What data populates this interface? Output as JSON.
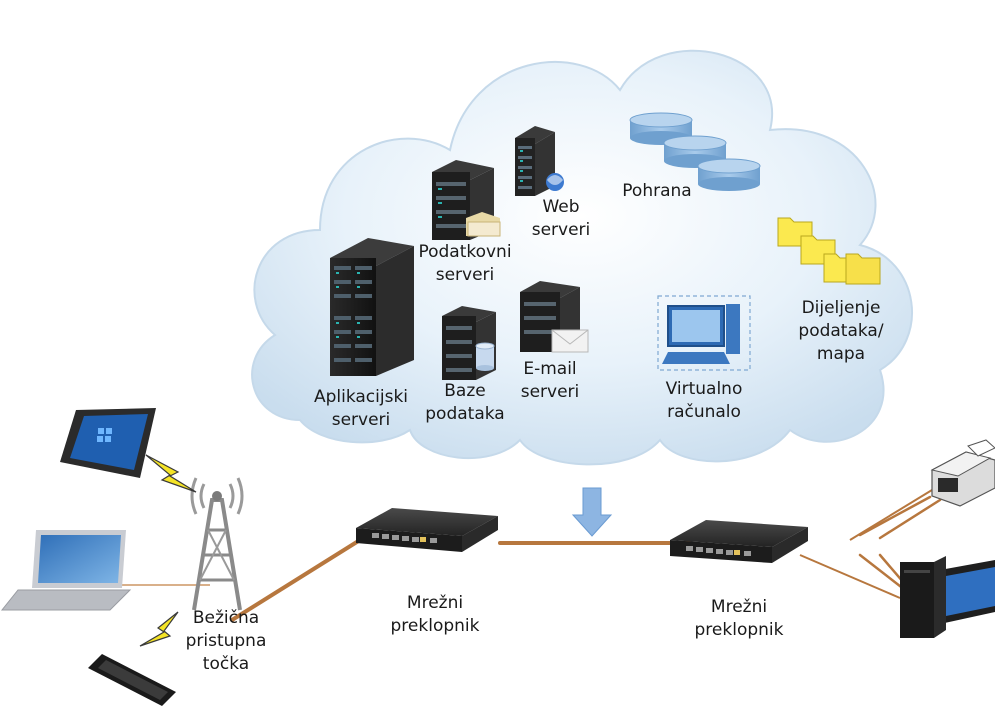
{
  "cloud": {
    "web_servers": [
      "Web",
      "serveri"
    ],
    "file_servers": [
      "Podatkovni",
      "serveri"
    ],
    "storage": [
      "Pohrana"
    ],
    "sharing": [
      "Dijeljenje",
      "podataka/",
      "mapa"
    ],
    "app_servers": [
      "Aplikacijski",
      "serveri"
    ],
    "databases": [
      "Baze",
      "podataka"
    ],
    "email_servers": [
      "E-mail",
      "serveri"
    ],
    "virtual_pc": [
      "Virtualno",
      "računalo"
    ]
  },
  "network": {
    "access_point": [
      "Bežična",
      "pristupna",
      "točka"
    ],
    "switch_left": [
      "Mrežni",
      "preklopnik"
    ],
    "switch_right": [
      "Mrežni",
      "preklopnik"
    ]
  },
  "colors": {
    "cloud_fill": "#dbeaf6",
    "cloud_edge": "#c5d9ea",
    "cable": "#b7773e",
    "storage_blue": "#8ab6de",
    "folder_yellow": "#fbe94f",
    "arrow_blue": "#8db5e2"
  }
}
